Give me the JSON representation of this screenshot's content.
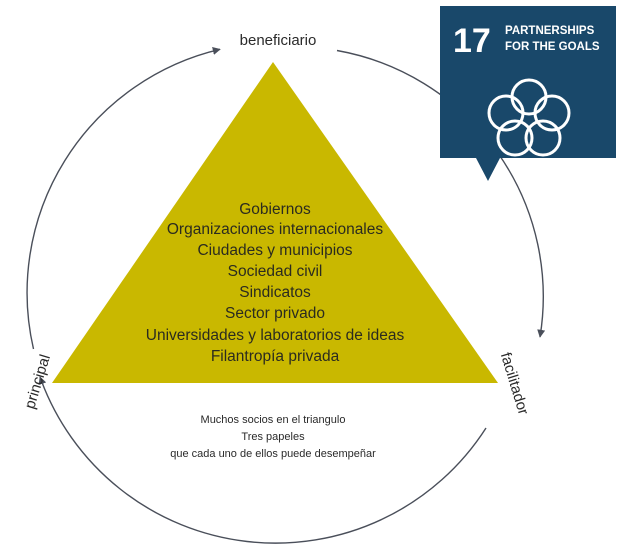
{
  "roles": {
    "top": "beneficiario",
    "left": "principal",
    "right": "facilitador"
  },
  "actors": [
    "Gobiernos",
    "Organizaciones internacionales",
    "Ciudades y municipios",
    "Sociedad civil",
    "Sindicatos",
    "Sector privado",
    "Universidades y laboratorios de ideas",
    "Filantropía privada"
  ],
  "caption": [
    "Muchos socios en el triangulo",
    "Tres papeles",
    "que cada uno de ellos puede desempeñar"
  ],
  "badge": {
    "number": "17",
    "title_line1": "PARTNERSHIPS",
    "title_line2": "FOR THE GOALS",
    "icon": "five-interlocking-rings-icon"
  },
  "colors": {
    "triangle": "#c9b800",
    "badge_bg": "#19486a",
    "circle_stroke": "#4a4f5a"
  }
}
